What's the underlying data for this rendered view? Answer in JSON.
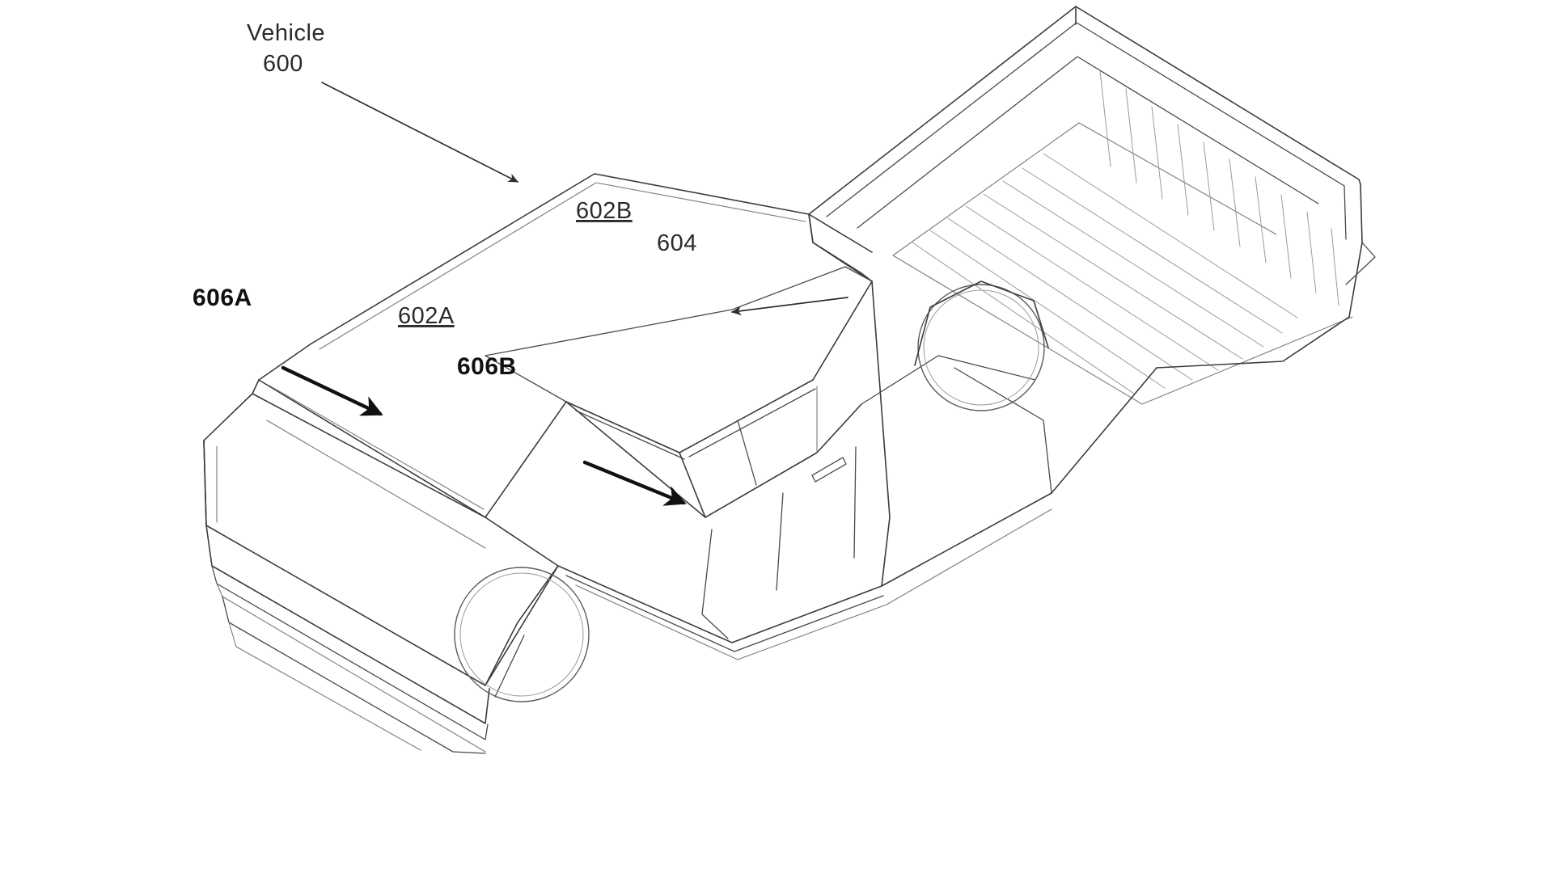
{
  "figure": {
    "kind": "patent-line-drawing",
    "subject": "angular electric pickup truck, isometric three-quarter front-left view",
    "background_color": "#ffffff",
    "line_color": "#3c3c3c",
    "bold_leader_color": "#111111"
  },
  "labels": {
    "vehicle_title": "Vehicle",
    "vehicle_number": "600",
    "roof_panel_rear": "602B",
    "roof_panel_front": "602A",
    "seam_604": "604",
    "edge_606a": "606A",
    "edge_606b": "606B"
  },
  "callouts": [
    {
      "id": "vehicle-600",
      "text_line1": "Vehicle",
      "text_line2": "600",
      "style": "plain",
      "leader": "thin",
      "points_to": "body-side-front"
    },
    {
      "id": "panel-602b",
      "text": "602B",
      "style": "underlined",
      "leader": "none",
      "points_to": "rear-roof-glass-panel"
    },
    {
      "id": "panel-602a",
      "text": "602A",
      "style": "underlined",
      "leader": "none",
      "points_to": "front-roof-glass-panel"
    },
    {
      "id": "seam-604",
      "text": "604",
      "style": "plain",
      "leader": "thin",
      "points_to": "panel-seam"
    },
    {
      "id": "edge-606a",
      "text": "606A",
      "style": "bold",
      "leader": "bold",
      "points_to": "windshield-upper-edge"
    },
    {
      "id": "edge-606b",
      "text": "606B",
      "style": "bold",
      "leader": "bold",
      "points_to": "a-pillar-lower-edge"
    }
  ],
  "vehicle_features": [
    "front-hood-wedge",
    "front-headlight-bar",
    "lower-front-bumper",
    "windshield",
    "front-roof-panel-602A",
    "rear-roof-panel-602B",
    "panel-seam-604",
    "side-windows",
    "front-door",
    "rear-door",
    "door-handle",
    "front-wheel",
    "rear-wheel",
    "front-wheel-arch",
    "rear-wheel-arch",
    "rocker-panel",
    "cargo-bed",
    "bed-rail",
    "bed-wall-ribs",
    "bed-floor-ribs",
    "tailgate"
  ]
}
